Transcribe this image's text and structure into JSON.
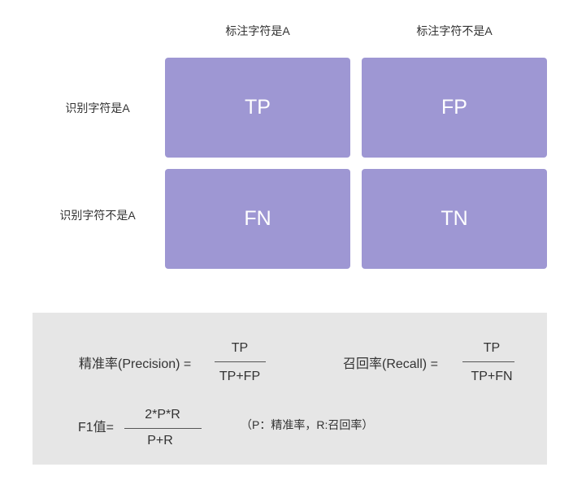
{
  "matrix": {
    "col_headers": [
      "标注字符是A",
      "标注字符不是A"
    ],
    "row_headers": [
      "识别字符是A",
      "识别字符不是A"
    ],
    "cells": [
      "TP",
      "FP",
      "FN",
      "TN"
    ],
    "cell_color": "#9e97d3"
  },
  "formulas": {
    "precision": {
      "label": "精准率(Precision) =",
      "numerator": "TP",
      "denominator": "TP+FP"
    },
    "recall": {
      "label": "召回率(Recall) =",
      "numerator": "TP",
      "denominator": "TP+FN"
    },
    "f1": {
      "label": "F1值=",
      "numerator": "2*P*R",
      "denominator": "P+R",
      "note": "（P：精准率，R:召回率）"
    }
  }
}
